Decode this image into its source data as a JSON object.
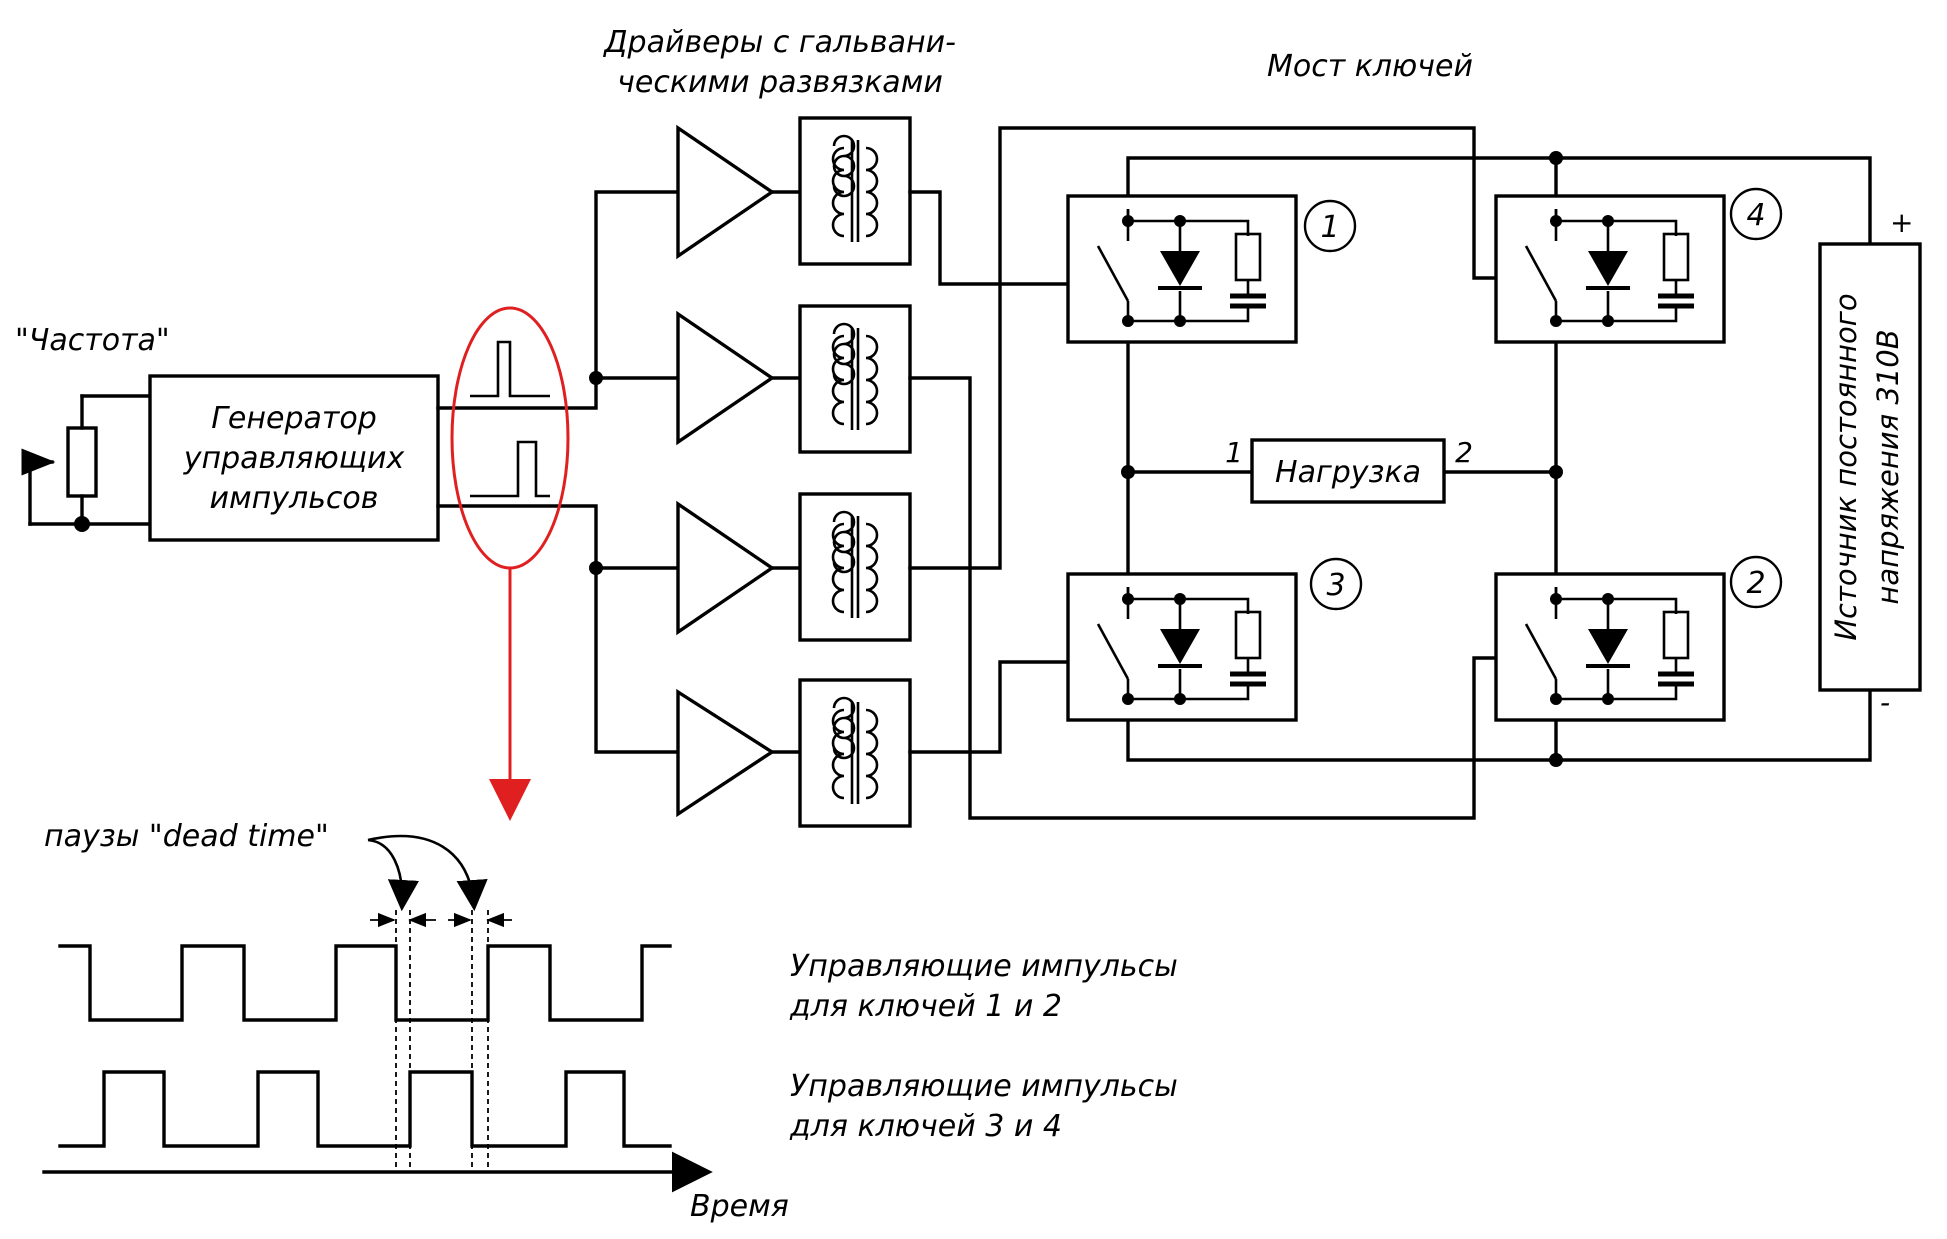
{
  "labels": {
    "frequency": "\"Частота\"",
    "generator": [
      "Генератор",
      "управляющих",
      "импульсов"
    ],
    "drivers": [
      "Драйверы с гальвани-",
      "ческими развязками"
    ],
    "bridge": "Мост ключей",
    "load": "Нагрузка",
    "load_pin_1": "1",
    "load_pin_2": "2",
    "source": [
      "Источник постоянного",
      "напряжения 310В"
    ],
    "plus": "+",
    "minus": "-",
    "dead_time": "паузы \"dead time\"",
    "pulses_12": [
      "Управляющие импульсы",
      "для ключей 1 и 2"
    ],
    "pulses_34": [
      "Управляющие импульсы",
      "для ключей 3 и 4"
    ],
    "time_axis": "Время"
  },
  "switches": [
    "1",
    "4",
    "3",
    "2"
  ],
  "colors": {
    "ink": "#000000",
    "highlight": "#e02020"
  },
  "icons": [
    "potentiometer-icon",
    "amplifier-triangle-icon",
    "transformer-icon",
    "switch-icon",
    "diode-icon",
    "resistor-icon",
    "capacitor-icon",
    "arrow-down-icon"
  ]
}
